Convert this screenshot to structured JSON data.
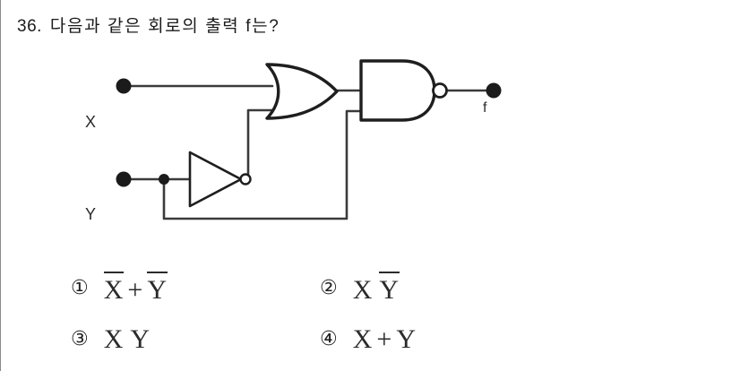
{
  "question": {
    "number": "36.",
    "text": "다음과 같은 회로의 출력 f는?"
  },
  "circuit": {
    "type": "logic-gate-diagram",
    "inputs": [
      {
        "name": "X",
        "label": "X"
      },
      {
        "name": "Y",
        "label": "Y"
      }
    ],
    "output": {
      "name": "f",
      "label": "f"
    },
    "gates": [
      {
        "id": "not1",
        "type": "NOT",
        "inputs": [
          "Y"
        ],
        "output": "Ybar"
      },
      {
        "id": "or1",
        "type": "OR",
        "inputs": [
          "X",
          "Ybar"
        ],
        "output": "or_out"
      },
      {
        "id": "nand1",
        "type": "NAND",
        "inputs": [
          "or_out",
          "Y"
        ],
        "output": "f"
      }
    ]
  },
  "options": [
    {
      "marker": "①",
      "parts": [
        {
          "text": "X",
          "overbar": true
        },
        {
          "text": "+",
          "operator": true
        },
        {
          "text": "Y",
          "overbar": true
        }
      ]
    },
    {
      "marker": "②",
      "parts": [
        {
          "text": "X",
          "overbar": false
        },
        {
          "text": "Y",
          "overbar": true
        }
      ]
    },
    {
      "marker": "③",
      "parts": [
        {
          "text": "X",
          "overbar": false
        },
        {
          "text": "Y",
          "overbar": false
        }
      ]
    },
    {
      "marker": "④",
      "parts": [
        {
          "text": "X",
          "overbar": false
        },
        {
          "text": "+",
          "operator": true
        },
        {
          "text": "Y",
          "overbar": false
        }
      ]
    }
  ],
  "colors": {
    "ink": "#1b1b1b",
    "wire": "#3a3a3a",
    "page": "#ffffff",
    "border": "#8a8a8a"
  }
}
